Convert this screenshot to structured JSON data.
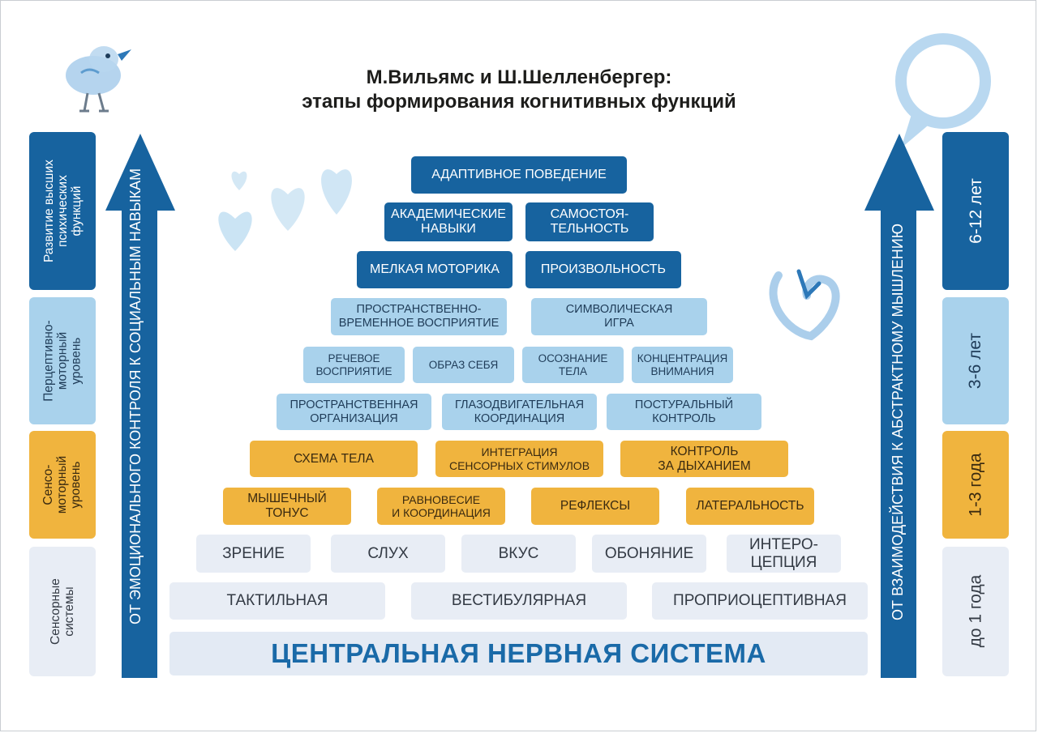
{
  "title": {
    "line1": "М.Вильямс и Ш.Шелленбергер:",
    "line2": "этапы формирования когнитивных функций"
  },
  "left_levels": [
    {
      "label": "Развитие высших\nпсихических\nфункций",
      "color": "#17639f"
    },
    {
      "label": "Перцептивно-\nмоторный\nуровень",
      "color": "#a9d2ec"
    },
    {
      "label": "Сенсо-\nмоторный\nуровень",
      "color": "#f0b43e"
    },
    {
      "label": "Сенсорные\nсистемы",
      "color": "#e8edf5"
    }
  ],
  "right_ages": [
    {
      "label": "6-12 лет",
      "color": "#17639f"
    },
    {
      "label": "3-6 лет",
      "color": "#a9d2ec"
    },
    {
      "label": "1-3 года",
      "color": "#f0b43e"
    },
    {
      "label": "до 1 года",
      "color": "#e8edf5"
    }
  ],
  "left_arrow_label": "ОТ ЭМОЦИОНАЛЬНОГО КОНТРОЛЯ К СОЦИАЛЬНЫМ НАВЫКАМ",
  "right_arrow_label": "ОТ ВЗАИМОДЕЙСТВИЯ К АБСТРАКТНОМУ МЫШЛЕНИЮ",
  "pyramid": {
    "row1": [
      "АДАПТИВНОЕ ПОВЕДЕНИЕ"
    ],
    "row2": [
      "АКАДЕМИЧЕСКИЕ\nНАВЫКИ",
      "САМОСТОЯ-\nТЕЛЬНОСТЬ"
    ],
    "row3": [
      "МЕЛКАЯ МОТОРИКА",
      "ПРОИЗВОЛЬНОСТЬ"
    ],
    "row4": [
      "ПРОСТРАНСТВЕННО-\nВРЕМЕННОЕ ВОСПРИЯТИЕ",
      "СИМВОЛИЧЕСКАЯ\nИГРА"
    ],
    "row5": [
      "РЕЧЕВОЕ\nВОСПРИЯТИЕ",
      "ОБРАЗ СЕБЯ",
      "ОСОЗНАНИЕ\nТЕЛА",
      "КОНЦЕНТРАЦИЯ\nВНИМАНИЯ"
    ],
    "row6": [
      "ПРОСТРАНСТВЕННАЯ\nОРГАНИЗАЦИЯ",
      "ГЛАЗОДВИГАТЕЛЬНАЯ\nКООРДИНАЦИЯ",
      "ПОСТУРАЛЬНЫЙ\nКОНТРОЛЬ"
    ],
    "row7": [
      "СХЕМА ТЕЛА",
      "ИНТЕГРАЦИЯ\nСЕНСОРНЫХ СТИМУЛОВ",
      "КОНТРОЛЬ\nЗА ДЫХАНИЕМ"
    ],
    "row8": [
      "МЫШЕЧНЫЙ\nТОНУС",
      "РАВНОВЕСИЕ\nИ КООРДИНАЦИЯ",
      "РЕФЛЕКСЫ",
      "ЛАТЕРАЛЬНОСТЬ"
    ],
    "row9": [
      "ЗРЕНИЕ",
      "СЛУХ",
      "ВКУС",
      "ОБОНЯНИЕ",
      "ИНТЕРО-\nЦЕПЦИЯ"
    ],
    "row10": [
      "ТАКТИЛЬНАЯ",
      "ВЕСТИБУЛЯРНАЯ",
      "ПРОПРИОЦЕПТИВНАЯ"
    ],
    "base": "ЦЕНТРАЛЬНАЯ НЕРВНАЯ СИСТЕМА"
  },
  "decorations": [
    "bird-illustration",
    "heart-icon",
    "speech-bubble-icon"
  ]
}
